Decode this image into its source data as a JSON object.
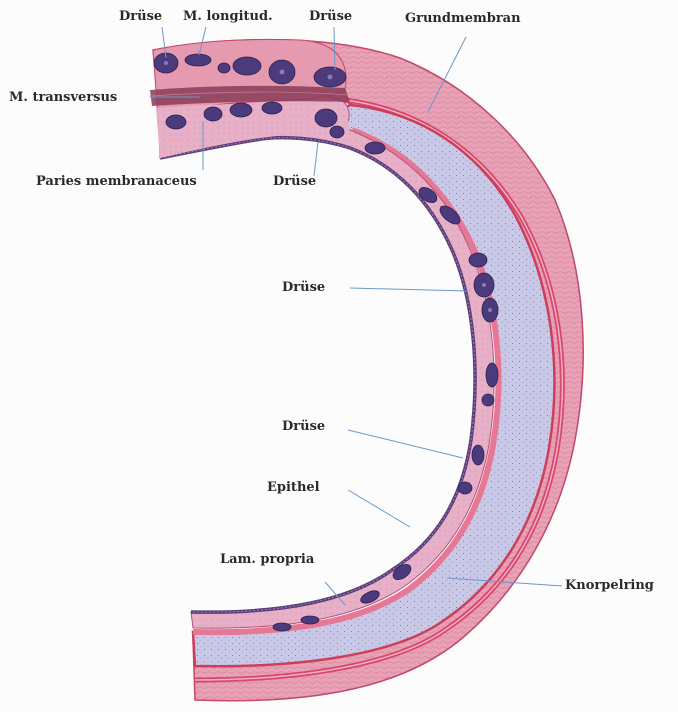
{
  "labels": {
    "druse_top_left": "Drüse",
    "m_longitud": "M. longitud.",
    "druse_top_right": "Drüse",
    "grundmembran": "Grundmembran",
    "m_transversus": "M. transversus",
    "paries_membranaceus": "Paries membranaceus",
    "druse_under": "Drüse",
    "druse_middle": "Drüse",
    "druse_lower": "Drüse",
    "epithel": "Epithel",
    "lam_propria": "Lam. propria",
    "knorpelring": "Knorpelring"
  },
  "colors": {
    "adventitia": "#e59ab0",
    "adventitia_outline": "#c2486a",
    "cartilage": "#c8c8e6",
    "cartilage_outline": "#cc3f5c",
    "mucosa": "#e4a6bf",
    "epithelium": "#5b3f7a",
    "gland": "#4b3b7c",
    "muscle": "#8a3c58",
    "leader_line": "#6a98c8"
  }
}
